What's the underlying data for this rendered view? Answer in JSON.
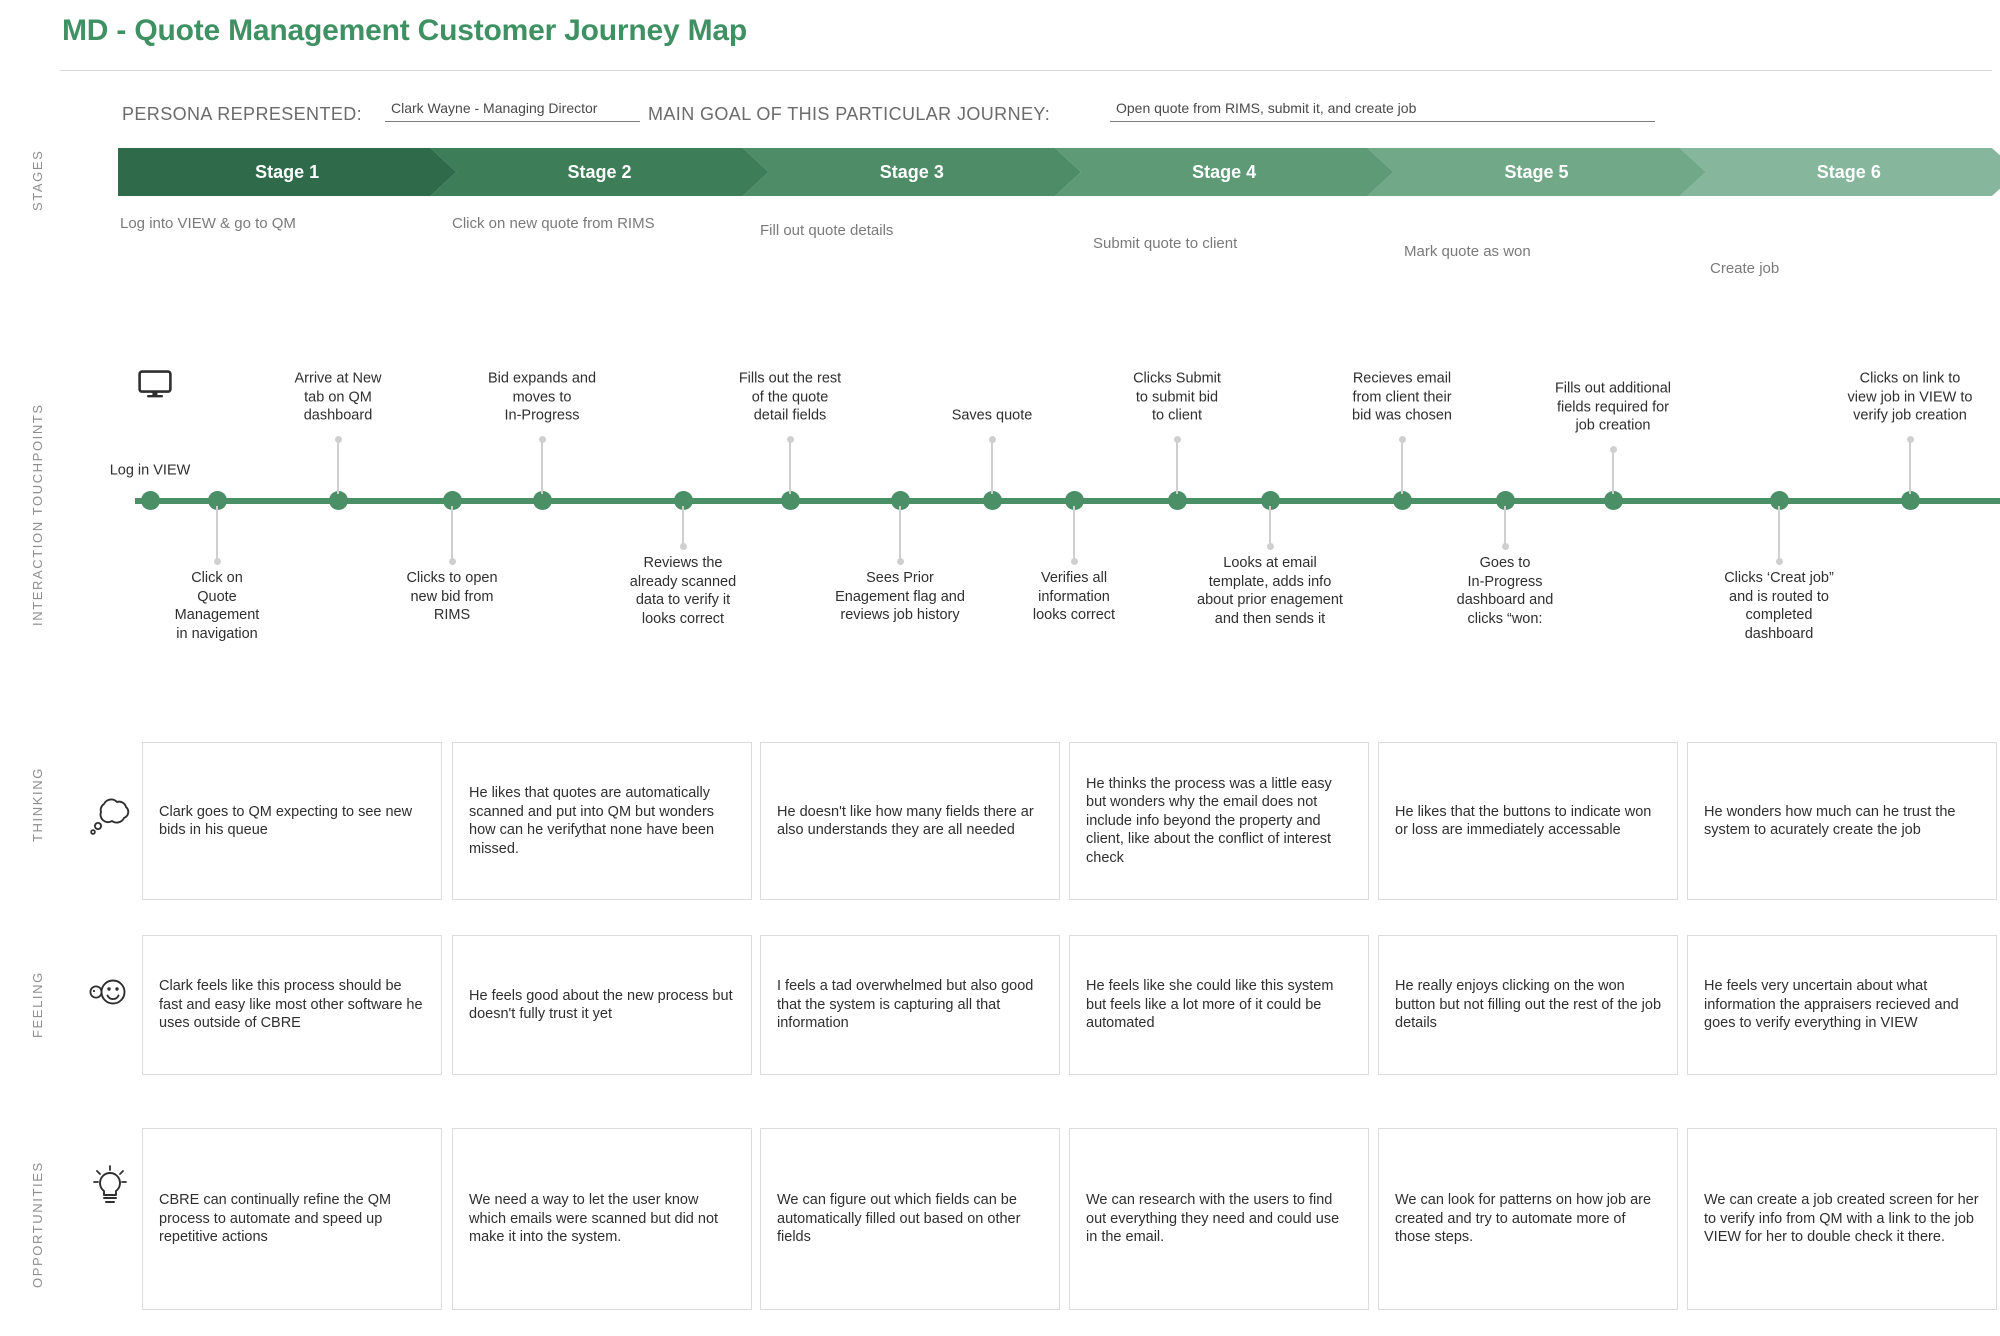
{
  "header": {
    "title": "MD - Quote Management Customer Journey Map",
    "persona_label": "PERSONA REPRESENTED:",
    "persona_value": "Clark Wayne - Managing Director",
    "goal_label": "MAIN GOAL OF THIS PARTICULAR JOURNEY:",
    "goal_value": "Open quote from RIMS, submit it, and create job"
  },
  "side_captions": {
    "stages": "STAGES",
    "touchpoints": "INTERACTION TOUCHPOINTS",
    "thinking": "THINKING",
    "feeling": "FEELING",
    "opportunities": "OPPORTUNITIES"
  },
  "stages": {
    "colors": [
      "#2f6b4a",
      "#3d7d58",
      "#4d8c67",
      "#5f9a77",
      "#71a888",
      "#86b69b"
    ],
    "items": [
      {
        "label": "Stage 1",
        "description": "Log into VIEW & go to QM"
      },
      {
        "label": "Stage 2",
        "description": "Click on new quote from RIMS"
      },
      {
        "label": "Stage 3",
        "description": "Fill out quote details"
      },
      {
        "label": "Stage 4",
        "description": "Submit quote to client"
      },
      {
        "label": "Stage 5",
        "description": "Mark quote as won"
      },
      {
        "label": "Stage 6",
        "description": "Create job"
      }
    ]
  },
  "touchpoints": {
    "line_color": "#4a8f66",
    "items": [
      {
        "label": "Log in VIEW",
        "position": "above",
        "icon": "monitor-icon"
      },
      {
        "label": "Click on\nQuote\nManagement\nin navigation",
        "position": "below"
      },
      {
        "label": "Arrive at New\ntab on QM\ndashboard",
        "position": "above"
      },
      {
        "label": "Clicks to open\nnew bid from\nRIMS",
        "position": "below"
      },
      {
        "label": "Bid expands and\nmoves to\nIn-Progress",
        "position": "above"
      },
      {
        "label": "Reviews the\nalready scanned\ndata to verify it\nlooks correct",
        "position": "below"
      },
      {
        "label": "Fills out the rest\nof the quote\ndetail fields",
        "position": "above"
      },
      {
        "label": "Sees Prior\nEnagement flag and\nreviews job history",
        "position": "below"
      },
      {
        "label": "Saves quote",
        "position": "above"
      },
      {
        "label": "Verifies all\ninformation\nlooks correct",
        "position": "below"
      },
      {
        "label": "Clicks Submit\nto submit bid\nto client",
        "position": "above"
      },
      {
        "label": "Looks at email\ntemplate, adds  info\nabout prior enagement\nand then sends it",
        "position": "below"
      },
      {
        "label": "Recieves email\nfrom client their\nbid was chosen",
        "position": "above"
      },
      {
        "label": "Goes to\nIn-Progress\ndashboard and\nclicks “won:",
        "position": "below"
      },
      {
        "label": "Fills out additional\nfields required for\njob creation",
        "position": "above"
      },
      {
        "label": "Clicks ‘Creat job”\nand is routed to\ncompleted\ndashboard",
        "position": "below"
      },
      {
        "label": "Clicks on link to\nview job in VIEW to\nverify job creation",
        "position": "above"
      }
    ]
  },
  "thinking": {
    "icon": "thought-bubble-icon",
    "cards": [
      "Clark goes to QM expecting to see new bids in his queue",
      "He likes that quotes are automatically scanned and put into QM but wonders how can he verifythat none have been missed.",
      "He doesn't like how many fields there ar also understands they are all needed",
      "He thinks the process was a little easy but wonders why the email does not include info beyond the property and client, like about the conflict of interest check",
      "He likes that the buttons to indicate won or loss are immediately accessable",
      "He wonders how much can he trust the system to acurately create the job"
    ]
  },
  "feeling": {
    "icon": "smiley-face-icon",
    "cards": [
      "Clark feels like this process should be fast and easy like most other software he uses outside of CBRE",
      "He feels good about the new process but doesn't fully trust it yet",
      "I feels a tad overwhelmed but also good that the system is capturing all that information",
      "He feels like she could like this system but feels like a lot more of it could be automated",
      "He really enjoys clicking on the won button but not filling out the rest of the job details",
      "He feels very uncertain about what information the appraisers recieved and goes to verify everything in VIEW"
    ]
  },
  "opportunities": {
    "icon": "lightbulb-icon",
    "cards": [
      "CBRE can continually refine the QM process to automate and speed up repetitive actions",
      "We need a way to let the user know which emails were scanned but did not make it into the system.",
      "We can figure out which fields can be automatically filled out based on other fields",
      "We can research with the users to find out everything they need and could use in the email.",
      "We can look for patterns on how job are created and try to automate more of those steps.",
      "We can create a job created screen for her to verify info from QM with a link to the job VIEW for her to double check it there."
    ]
  }
}
